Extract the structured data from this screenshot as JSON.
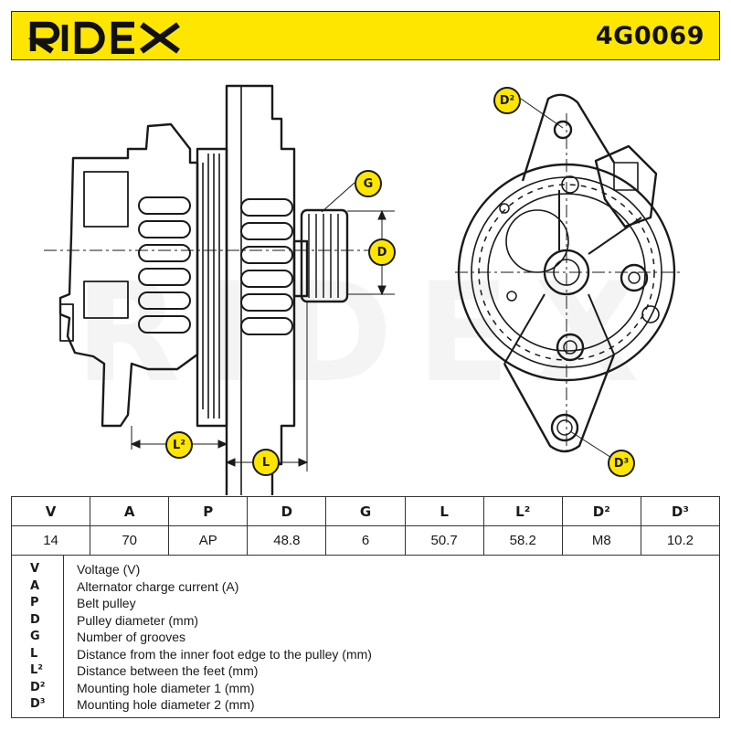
{
  "header": {
    "brand": "RIDEX",
    "part_number": "4G0069",
    "accent_color": "#ffe600"
  },
  "drawing": {
    "watermark": "RIDEX",
    "labels": {
      "g": "G",
      "d": "D",
      "l": "L",
      "l2": "L²",
      "d2": "D²",
      "d3": "D³"
    }
  },
  "spec_table": {
    "headers": [
      "V",
      "A",
      "P",
      "D",
      "G",
      "L",
      "L²",
      "D²",
      "D³"
    ],
    "values": [
      "14",
      "70",
      "AP",
      "48.8",
      "6",
      "50.7",
      "58.2",
      "M8",
      "10.2"
    ]
  },
  "legend": [
    {
      "key": "V",
      "text": "Voltage (V)"
    },
    {
      "key": "A",
      "text": "Alternator charge current (A)"
    },
    {
      "key": "P",
      "text": "Belt pulley"
    },
    {
      "key": "D",
      "text": "Pulley diameter (mm)"
    },
    {
      "key": "G",
      "text": "Number of grooves"
    },
    {
      "key": "L",
      "text": "Distance from the inner foot edge to the pulley (mm)"
    },
    {
      "key": "L²",
      "text": "Distance between the feet (mm)"
    },
    {
      "key": "D²",
      "text": "Mounting hole diameter 1 (mm)"
    },
    {
      "key": "D³",
      "text": "Mounting hole diameter 2 (mm)"
    }
  ]
}
